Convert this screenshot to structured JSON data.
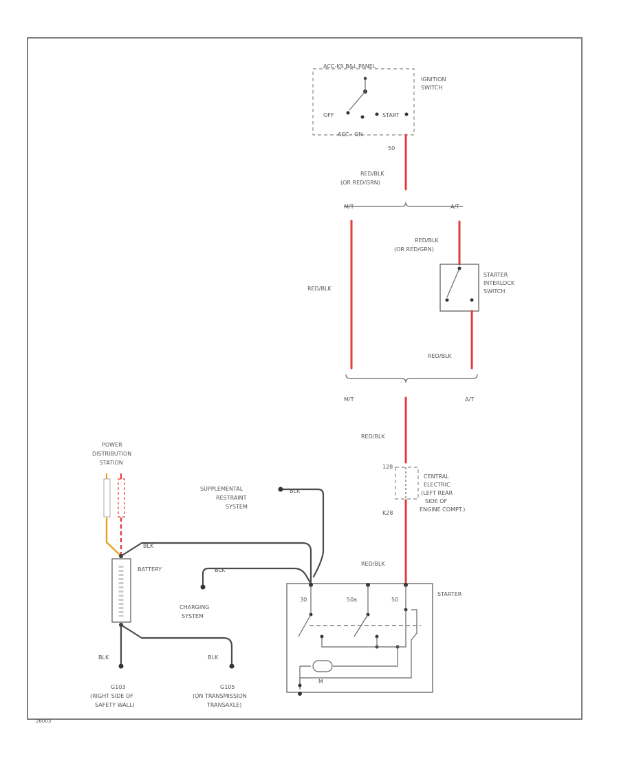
{
  "ignition_switch": {
    "top_label": "ACC-KS B&L PANEL",
    "name_line1": "IGNITION",
    "name_line2": "SWITCH",
    "pos_off": "OFF",
    "pos_start": "START",
    "pos_acc_on": "ACC · ON",
    "terminal": "50"
  },
  "wires": {
    "top": {
      "line1": "RED/BLK",
      "line2": "(OR RED/GRN)"
    },
    "mt_left": "RED/BLK",
    "at_upper": {
      "line1": "RED/BLK",
      "line2": "(OR RED/GRN)"
    },
    "at_lower": "RED/BLK",
    "middle": "RED/BLK",
    "to_starter": "RED/BLK",
    "srs_wire": "BLK",
    "battery_wire": "BLK",
    "charging_wire": "BLK",
    "ground_left": "BLK",
    "ground_right": "BLK"
  },
  "branches": {
    "mt_top": "M/T",
    "at_top": "A/T",
    "mt_bottom": "M/T",
    "at_bottom": "A/T"
  },
  "interlock": {
    "line1": "STARTER",
    "line2": "INTERLOCK",
    "line3": "SWITCH"
  },
  "junction": {
    "pin_top": "128",
    "pin_bottom": "K28",
    "line1": "CENTRAL",
    "line2": "ELECTRIC",
    "line3": "(LEFT REAR",
    "line4": "SIDE OF",
    "line5": "ENGINE COMPT.)"
  },
  "pds": {
    "line1": "POWER",
    "line2": "DISTRIBUTION",
    "line3": "STATION"
  },
  "srs": {
    "line1": "SUPPLEMENTAL",
    "line2": "RESTRAINT",
    "line3": "SYSTEM"
  },
  "battery": "BATTERY",
  "charging": {
    "line1": "CHARGING",
    "line2": "SYSTEM"
  },
  "ground_left": {
    "id": "G103",
    "line1": "(RIGHT SIDE OF",
    "line2": "SAFETY WALL)"
  },
  "ground_right": {
    "id": "G105",
    "line1": "(ON TRANSMISSION",
    "line2": "TRANSAXLE)"
  },
  "starter": {
    "name": "STARTER",
    "term1": "30",
    "term2": "50a",
    "term3": "50",
    "motor": "M"
  },
  "figure_id": "26003"
}
